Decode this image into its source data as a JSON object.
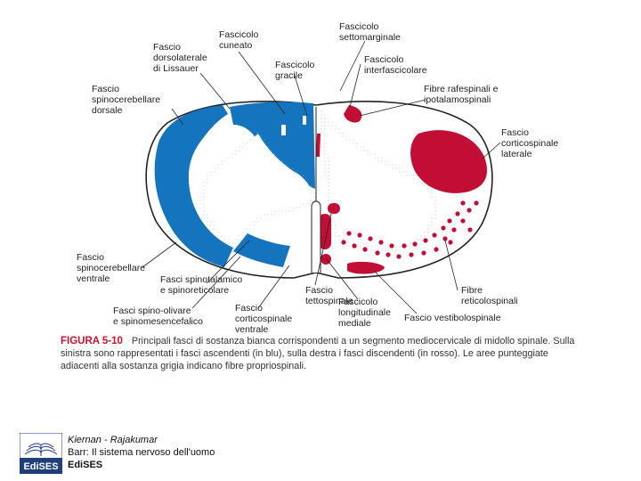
{
  "colors": {
    "ascending": "#1474bd",
    "descending": "#c20e35",
    "outline": "#222222"
  },
  "labels": {
    "fascicolo_cuneato": "Fascicolo\ncuneato",
    "fascio_lissauer": "Fascio\ndorsolaterale\ndi Lissauer",
    "fascicolo_settomarginale": "Fascicolo\nsettomarginale",
    "fascicolo_interfascicolare": "Fascicolo\ninterfascicolare",
    "fascicolo_gracile": "Fascicolo\ngracile",
    "fascio_spinocerebellare_dorsale": "Fascio\nspinocerebellare\ndorsale",
    "fibre_rafespinali": "Fibre rafespinali e\nipotalamospinali",
    "fascio_corticospinale_laterale": "Fascio\ncorticospinale\nlaterale",
    "fascio_spinocerebellare_ventrale": "Fascio\nspinocerebellare\nventrale",
    "fasci_spinotalamico": "Fasci spinotalamico\ne spinoreticolare",
    "fibre_reticolospinali": "Fibre\nreticolospinali",
    "fascio_tettospinale": "Fascio\ntettospinale",
    "fascicolo_longitudinale_mediale": "Fascicolo\nlongitudinale\nmediale",
    "fascio_vestibolospinale": "Fascio vestibolospinale",
    "fasci_spino_olivare": "Fasci spino-olivare\ne spinomesencefalico",
    "fascio_corticospinale_ventrale": "Fascio\ncorticospinale\nventrale"
  },
  "caption": {
    "number": "FIGURA 5-10",
    "text": "Principali fasci di sostanza bianca corrispondenti a un segmento mediocervicale di midollo spinale. Sulla sinistra sono rappresentati i fasci ascendenti (in blu), sulla destra i fasci discendenti (in rosso). Le aree punteggiate adiacenti alla sostanza grigia indicano fibre propriospinali."
  },
  "footer": {
    "logo_text": "EdiSES",
    "authors": "Kiernan - Rajakumar",
    "book": "Barr: Il sistema nervoso dell'uomo",
    "publisher": "EdiSES"
  }
}
